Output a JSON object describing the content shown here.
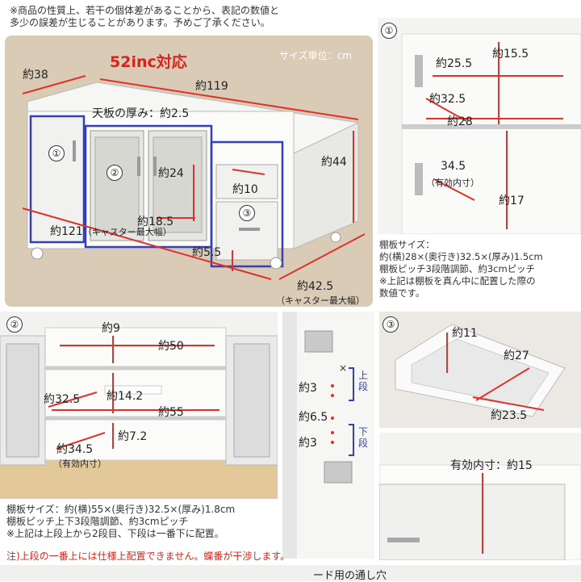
{
  "top_note": [
    "※商品の性質上、若干の個体差があることから、表記の数値と",
    "多少の誤差が生じることがあります。予めご了承ください。"
  ],
  "main": {
    "title": "52inc対応",
    "unit_label": "サイズ単位：cm",
    "dims": {
      "depth": "約38",
      "width": "約119",
      "top_thickness": "天板の厚み：約2.5",
      "height": "約44",
      "glass_h": "約24",
      "glass_w": "約18.5",
      "drawer_w": "約10",
      "caster_w": "約121",
      "caster_w_note": "（キャスター最大幅）",
      "caster_h": "約5.5",
      "caster_d": "約42.5",
      "caster_d_note": "（キャスター最大幅）"
    },
    "markers": [
      "①",
      "②",
      "③"
    ]
  },
  "panel1": {
    "marker": "①",
    "dims": {
      "w": "約25.5",
      "h": "約15.5",
      "d": "約32.5",
      "w2": "約28",
      "inner": "34.5",
      "inner_note": "（有効内寸）",
      "h2": "約17"
    }
  },
  "shelf1_text": [
    "棚板サイズ：",
    "約(横)28×(奥行き)32.5×(厚み)1.5cm",
    "棚板ピッチ3段階調節、約3cmピッチ",
    "※上記は棚板を真ん中に配置した際の",
    "数値です。"
  ],
  "panel2": {
    "marker": "②",
    "dims": {
      "h1": "約9",
      "w1": "約50",
      "d": "約32.5",
      "h2": "約14.2",
      "w2": "約55",
      "inner": "約34.5",
      "inner_note": "（有効内寸）",
      "h3": "約7.2"
    }
  },
  "hinge_panel": {
    "pitches": [
      "約3",
      "約6.5",
      "約3"
    ],
    "upper": "上段",
    "lower": "下段"
  },
  "panel3": {
    "marker": "③",
    "dims": {
      "d": "約11",
      "w": "約27",
      "w2": "約23.5"
    }
  },
  "drawer_panel": {
    "label": "有効内寸：約15"
  },
  "shelf2_text": [
    "棚板サイズ：約(横)55×(奥行き)32.5×(厚み)1.8cm",
    "棚板ピッチ上下3段階調節、約3cmピッチ",
    "※上記は上段上から2段目、下段は一番下に配置。"
  ],
  "warning": "注)上段の一番上には仕様上配置できません。蝶番が干渉します。",
  "bottom_partial": "ード用の通し穴",
  "colors": {
    "accent_red": "#d8241c",
    "frame_blue": "#3440b8",
    "bg_tan": "#d9cbb6"
  }
}
